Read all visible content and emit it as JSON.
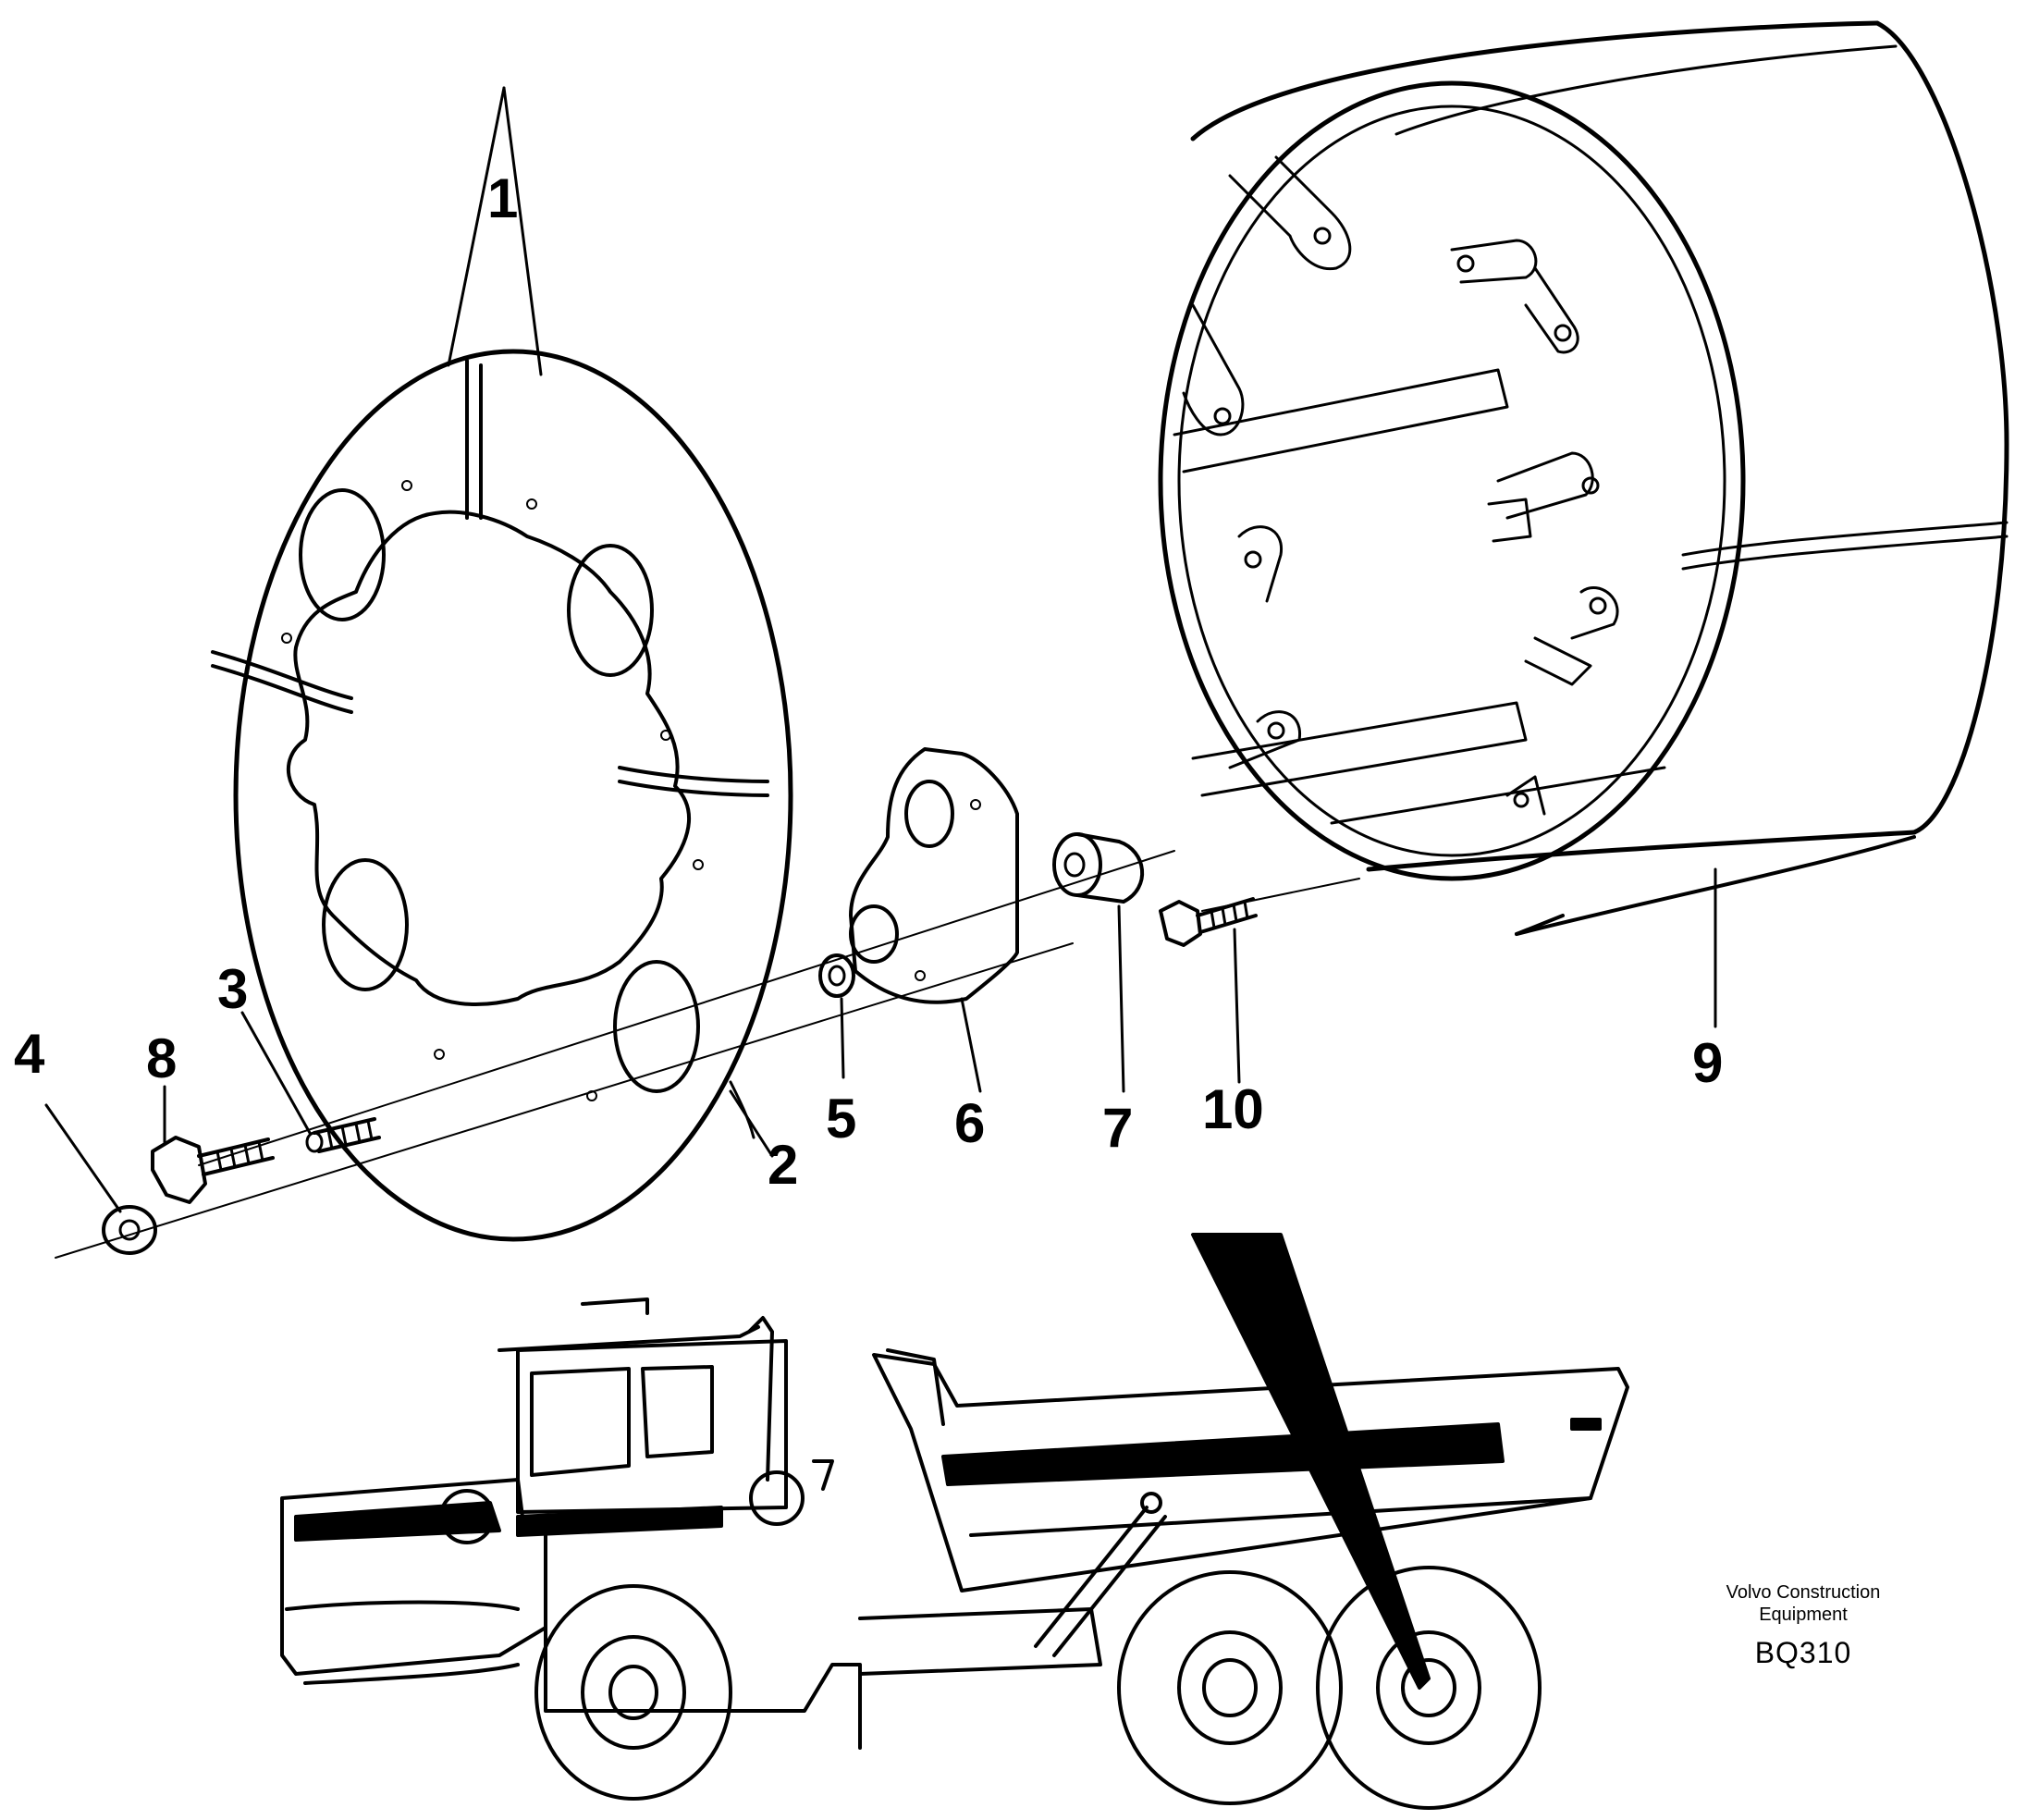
{
  "callouts": {
    "c1": "1",
    "c2": "2",
    "c3": "3",
    "c4": "4",
    "c5": "5",
    "c6": "6",
    "c7": "7",
    "c8": "8",
    "c9": "9",
    "c10": "10"
  },
  "brand": {
    "line1": "Volvo Construction",
    "line2": "Equipment",
    "code": "BQ310"
  }
}
